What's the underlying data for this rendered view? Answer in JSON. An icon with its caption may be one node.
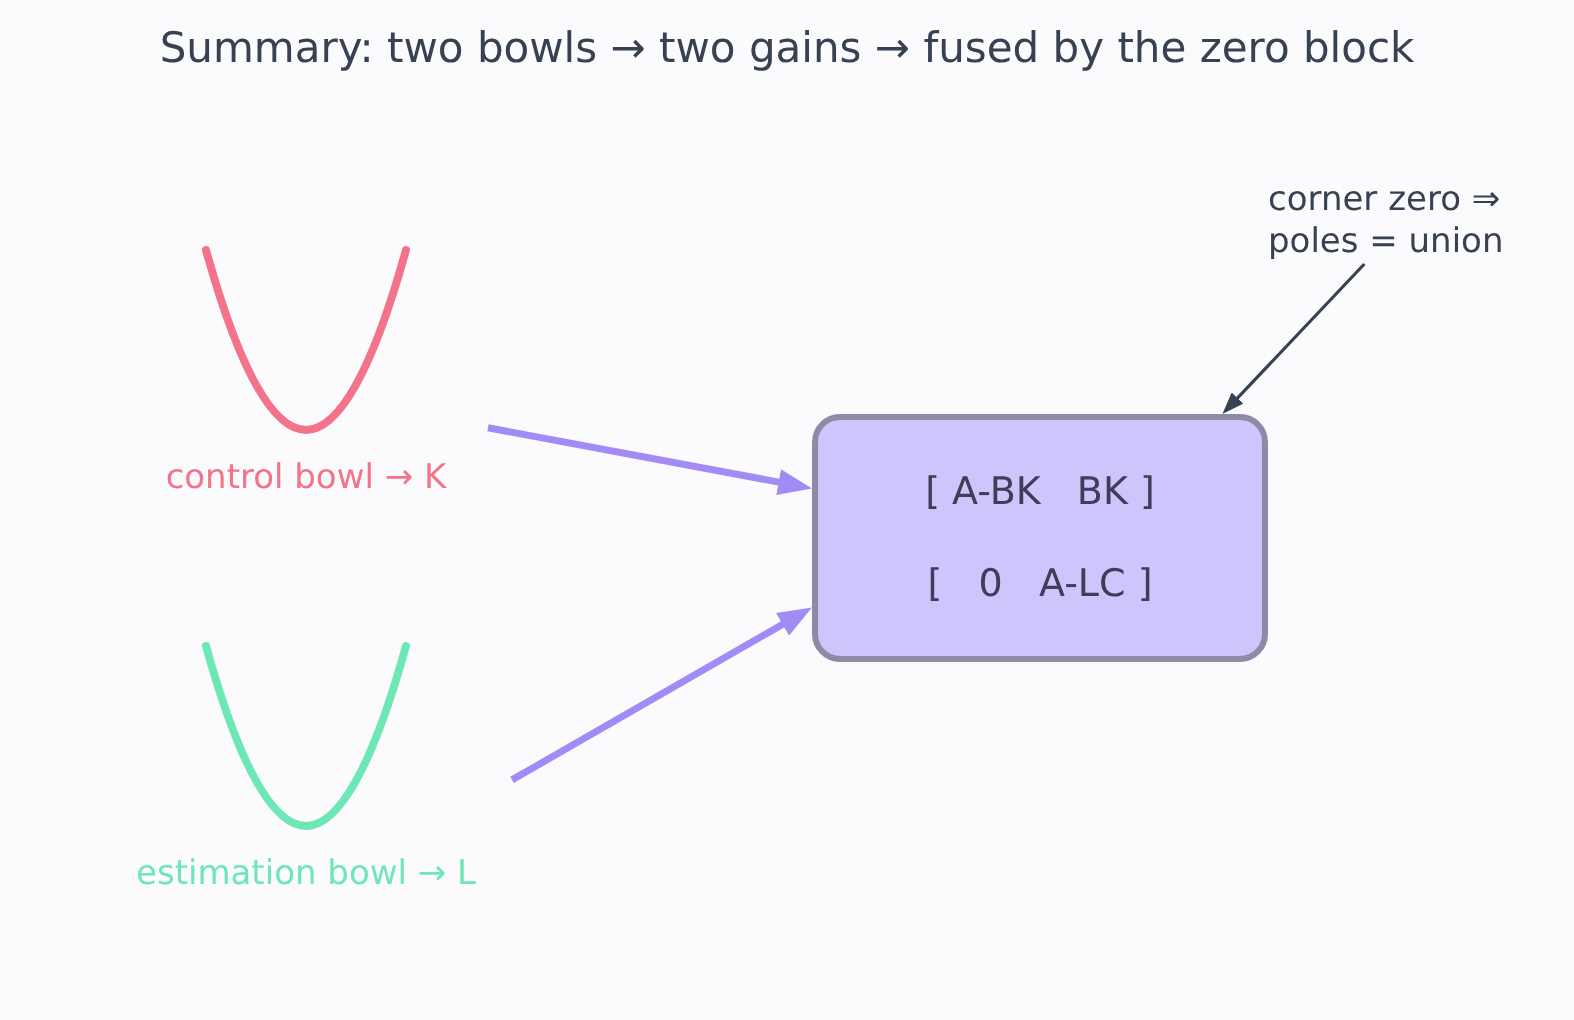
{
  "diagram": {
    "title": "Summary: two bowls → two gains → fused by the zero block",
    "nodes": [
      {
        "text": [
          "control bowl → K"
        ]
      },
      {
        "text": [
          "estimation bowl → L"
        ]
      },
      {
        "text": [
          "[ A-BK   BK ]",
          "[   0   A-LC ]"
        ]
      },
      {
        "text": [
          "corner zero ⇒ poles = union"
        ]
      }
    ],
    "edges": [
      {
        "from": 0,
        "to": 2,
        "arrow": "to"
      },
      {
        "from": 1,
        "to": 2,
        "arrow": "to"
      },
      {
        "from": 3,
        "to": 2,
        "arrow": "to",
        "color": "#374151"
      }
    ]
  }
}
